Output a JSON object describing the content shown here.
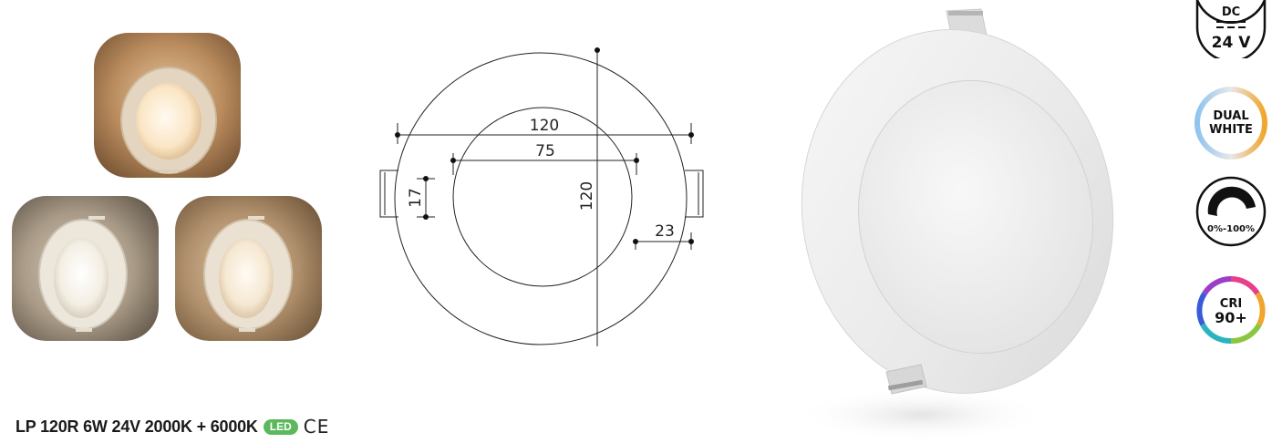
{
  "photos": [
    {
      "id": "warm",
      "colors": {
        "bg_center": "#c9a27a",
        "bg_edge": "#6e4d30"
      }
    },
    {
      "id": "neutral-left",
      "colors": {
        "bg_center": "#b8ab99",
        "bg_edge": "#5c5145"
      }
    },
    {
      "id": "neutral-right",
      "colors": {
        "bg_center": "#c6a888",
        "bg_edge": "#6b5237"
      }
    }
  ],
  "drawing": {
    "dim_outer_width": "120",
    "dim_inner_width": "75",
    "dim_clip_height": "17",
    "dim_outer_height": "120",
    "dim_edge": "23"
  },
  "badges": {
    "dc": {
      "top": "DC",
      "bottom": "24 V"
    },
    "dual": {
      "line1": "DUAL",
      "line2": "WHITE"
    },
    "dim": {
      "label": "0%-100%"
    },
    "cri": {
      "line1": "CRI",
      "line2": "90+"
    }
  },
  "title": {
    "text": "LP 120R 6W 24V 2000K + 6000K",
    "led": "LED",
    "ce": "CE"
  }
}
